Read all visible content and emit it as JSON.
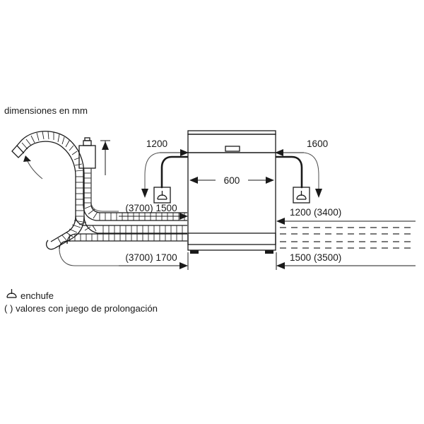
{
  "page": {
    "title_note": "dimensiones en mm",
    "background_color": "#ffffff",
    "line_color": "#1a1a1a"
  },
  "appliance": {
    "name": "dishwasher-front-view",
    "width_label": "600"
  },
  "dimensions": {
    "left_socket_height": "1200",
    "right_socket_height": "1600",
    "left_upper_run": "(3700) 1500",
    "left_lower_run": "(3700) 1700",
    "right_upper_run": "1200 (3400)",
    "right_lower_run": "1500 (3500)"
  },
  "legend": {
    "socket_symbol_name": "enchufe-icon",
    "socket_text": "enchufe",
    "parenthesis_text": "( ) valores con juego de prolongación"
  },
  "icons": {
    "socket_left": "enchufe-icon",
    "socket_right": "enchufe-icon",
    "aquastop_valve": "aquastop-valve-icon",
    "drain_hose": "drain-hose-icon",
    "inlet_hose": "inlet-hose-icon"
  }
}
